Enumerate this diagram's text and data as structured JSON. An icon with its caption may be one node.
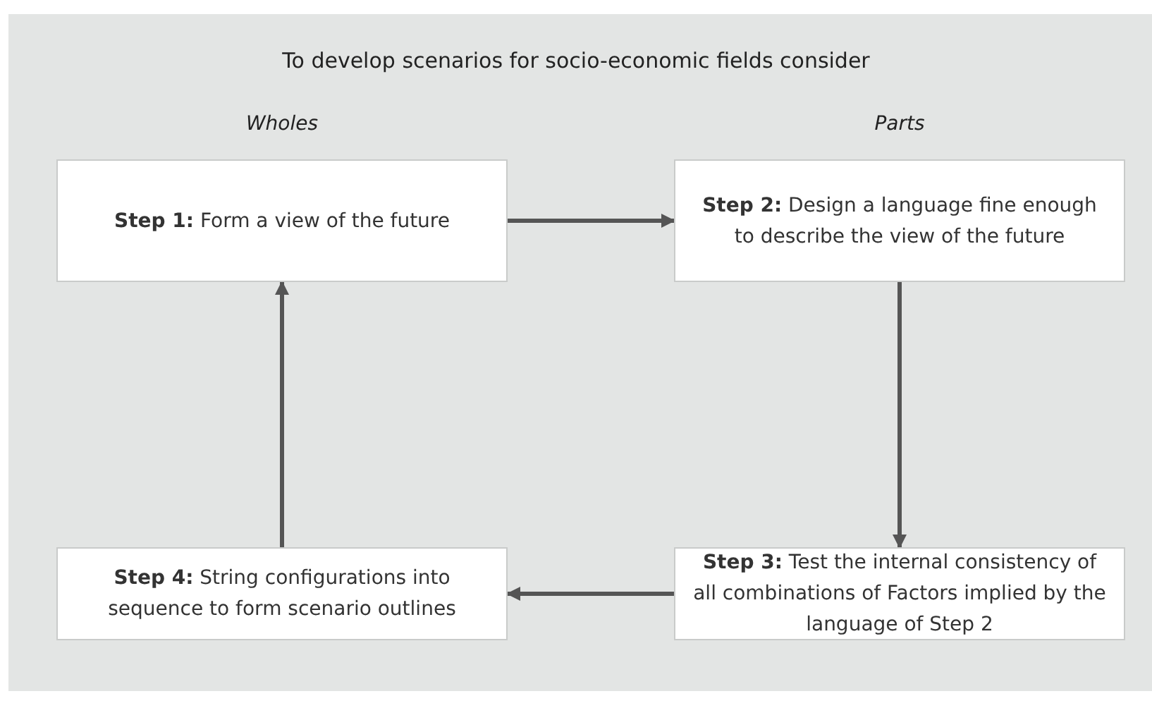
{
  "diagram": {
    "title": "To develop scenarios for socio-economic fields consider",
    "nodes": [
      {
        "text": [
          "**Step 1:** Form a view of the future"
        ]
      },
      {
        "text": [
          "**Step 2:** Design a language fine enough to describe the view of the future"
        ]
      },
      {
        "text": [
          "**Step 4:** String configurations into sequence to form scenario outlines"
        ]
      },
      {
        "text": [
          "**Step 3:** Test the internal consistency of all combinations of Factors implied by the language of Step 2"
        ]
      }
    ],
    "edges": [
      {
        "from": 0,
        "to": 1,
        "arrow": "to"
      },
      {
        "from": 1,
        "to": 3,
        "arrow": "to"
      },
      {
        "from": 3,
        "to": 2,
        "arrow": "to"
      },
      {
        "from": 2,
        "to": 0,
        "arrow": "to"
      }
    ],
    "labels": [
      "Wholes",
      "Parts"
    ]
  }
}
